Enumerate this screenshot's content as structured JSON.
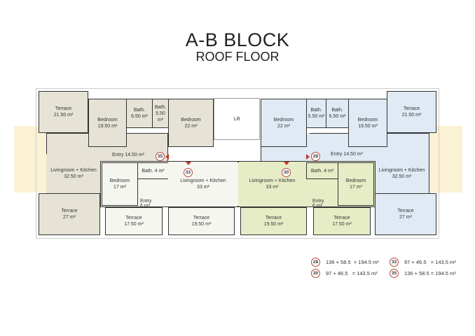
{
  "title": "A-B BLOCK",
  "subtitle": "ROOF FLOOR",
  "lift": "Lift",
  "left": {
    "terrace_top": {
      "name": "Terrace",
      "area": "21.50 m²"
    },
    "bedroom1": {
      "name": "Bedroom",
      "area": "19.50 m²"
    },
    "bath1": {
      "name": "Bath.",
      "area": "6.50 m²"
    },
    "bath2": {
      "name": "Bath.",
      "area": "5.50 m²"
    },
    "bedroom2": {
      "name": "Bedroom",
      "area": "22 m²"
    },
    "entry": "Entry 14.50 m²",
    "living": {
      "name": "Livingroom + Kitchen",
      "area": "32.50 m²"
    },
    "terrace_bottom": {
      "name": "Terrace",
      "area": "27 m²"
    }
  },
  "unit33": {
    "bedroom": {
      "name": "Bedroom",
      "area": "17 m²"
    },
    "bath": "Bath. 4 m²",
    "entry": "Entry 6 m²",
    "living": {
      "name": "Livingroom + Kitchen",
      "area": "33 m²"
    },
    "terrace1": {
      "name": "Terrace",
      "area": "17.50 m²"
    },
    "terrace2": {
      "name": "Terrace",
      "area": "19.50 m²"
    }
  },
  "unit30": {
    "living": {
      "name": "Livingroom + Kitchen",
      "area": "33 m²"
    },
    "bath": "Bath. 4 m²",
    "entry": "Entry 6 m²",
    "bedroom": {
      "name": "Bedroom",
      "area": "17 m²"
    },
    "terrace1": {
      "name": "Terrace",
      "area": "19.50 m²"
    },
    "terrace2": {
      "name": "Terrace",
      "area": "17.50 m²"
    }
  },
  "right": {
    "bedroom1": {
      "name": "Bedroom",
      "area": "22 m²"
    },
    "bath1": {
      "name": "Bath.",
      "area": "5.50 m²"
    },
    "bath2": {
      "name": "Bath.",
      "area": "6.50 m²"
    },
    "bedroom2": {
      "name": "Bedroom",
      "area": "19.50 m²"
    },
    "terrace_top": {
      "name": "Terrace",
      "area": "21.50 m²"
    },
    "entry": "Entry 14.50 m²",
    "living": {
      "name": "Livingroom + Kitchen",
      "area": "32.50 m²"
    },
    "terrace_bottom": {
      "name": "Terrace",
      "area": "27 m²"
    }
  },
  "badges": {
    "a": "35",
    "b": "33",
    "c": "30",
    "d": "28"
  },
  "legend": [
    {
      "unit": "28",
      "formula": "136 + 58.5  = 194.5 m²"
    },
    {
      "unit": "33",
      "formula": "97 + 46.5   = 143.5 m²"
    },
    {
      "unit": "30",
      "formula": "97 + 46.5   = 143.5 m²"
    },
    {
      "unit": "35",
      "formula": "136 + 58.5 = 194.5 m²"
    }
  ],
  "colors": {
    "unit35": "#e6e3d6",
    "unit33": "#f6f6f0",
    "unit30": "#e6edc6",
    "unit28": "#dfeaf4",
    "balcony_strip": "#fbf1d4",
    "badge_border": "#b54a3c"
  }
}
